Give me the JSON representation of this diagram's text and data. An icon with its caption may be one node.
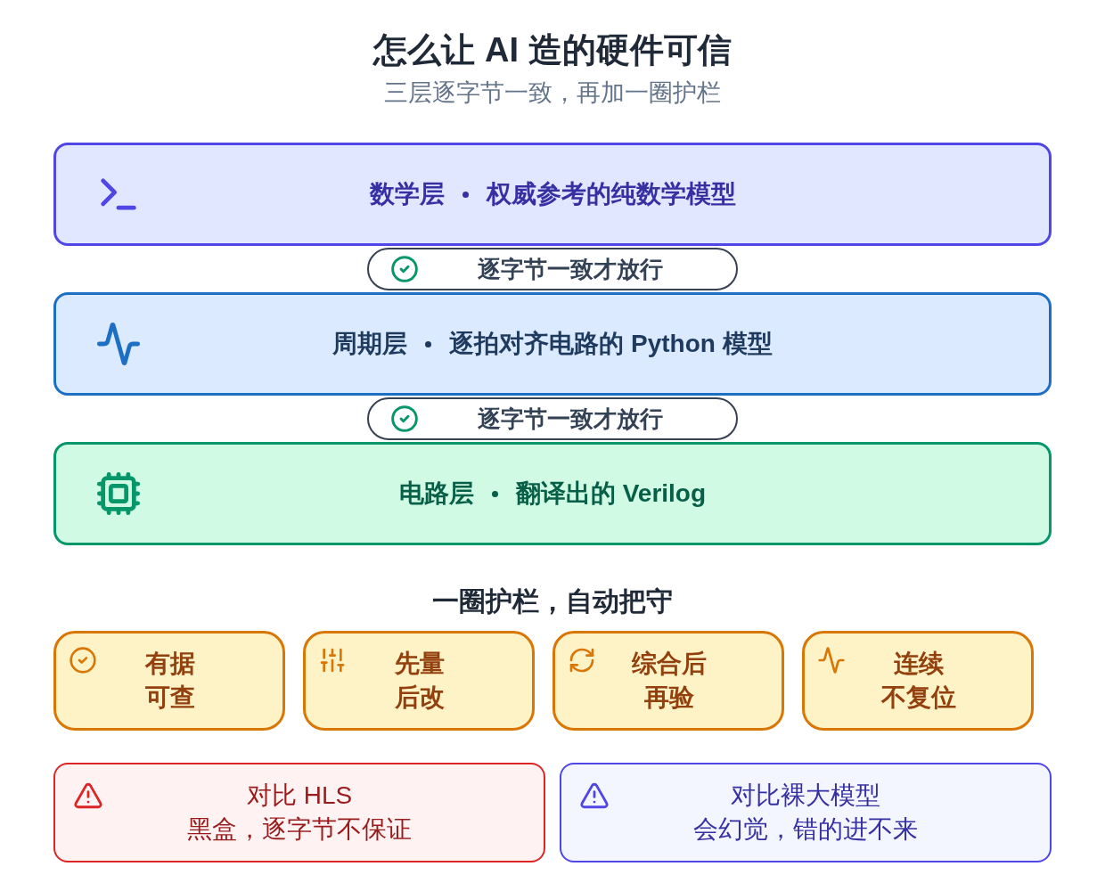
{
  "diagram": {
    "title": "怎么让 AI 造的硬件可信",
    "caption": "三层逐字节一致，再加一圈护栏",
    "nodes": [
      {
        "text": [
          "数学层",
          "权威参考的纯数学模型"
        ]
      },
      {
        "text": [
          "逐字节一致才放行"
        ]
      },
      {
        "text": [
          "周期层",
          "逐拍对齐电路的 Python 模型"
        ]
      },
      {
        "text": [
          "逐字节一致才放行"
        ]
      },
      {
        "text": [
          "电路层",
          "翻译出的 Verilog"
        ]
      },
      {
        "text": [
          "有据",
          "可查"
        ]
      },
      {
        "text": [
          "先量",
          "后改"
        ]
      },
      {
        "text": [
          "综合后",
          "再验"
        ]
      },
      {
        "text": [
          "连续",
          "不复位"
        ]
      },
      {
        "text": [
          "对比 HLS",
          "黑盒，逐字节不保证"
        ]
      },
      {
        "text": [
          "对比裸大模型",
          "会幻觉，错的进不来"
        ]
      }
    ],
    "labels": [
      "一圈护栏，自动把守"
    ]
  }
}
